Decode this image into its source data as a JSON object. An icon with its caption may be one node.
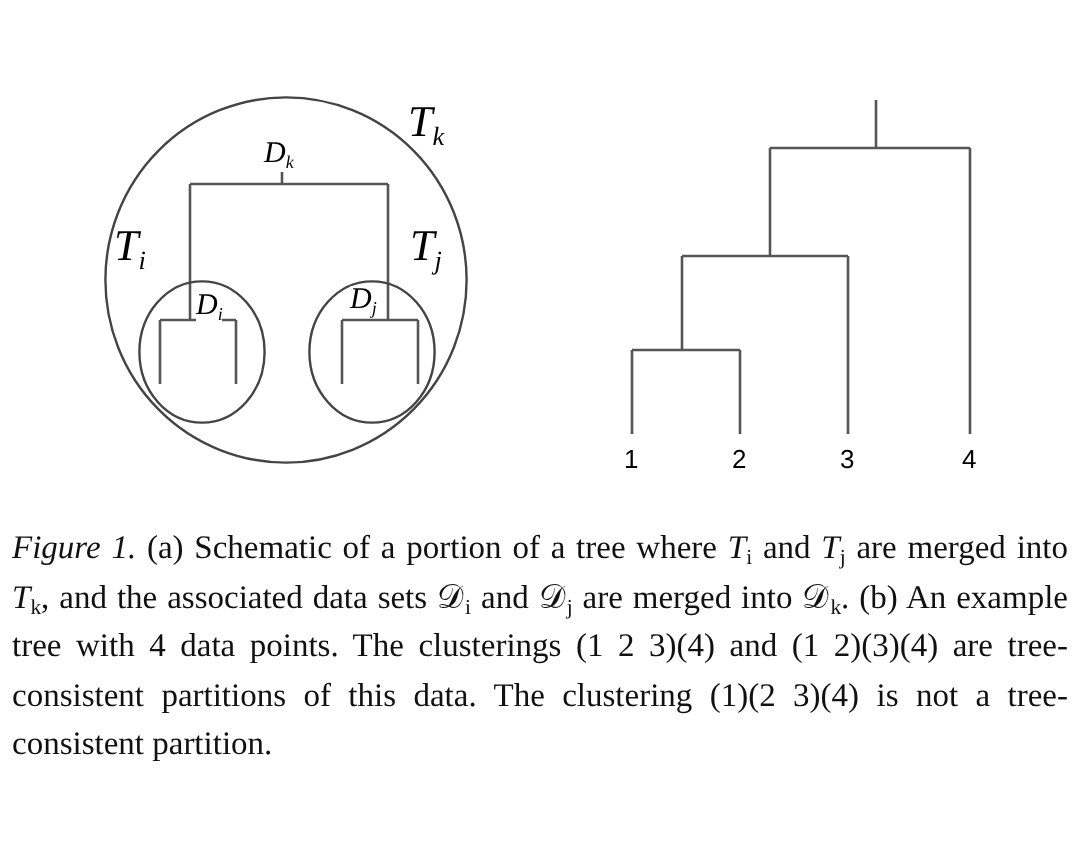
{
  "diagram": {
    "caption": "*Figure 1.* (a) Schematic of a portion of a tree where *T*$_{i}$ and *T*$_{j}$ are merged into *T*$_{k}$, and the associated data sets 𝒟$_{i}$ and 𝒟$_{j}$ are merged into 𝒟$_{k}$. (b) An example tree with 4 data points. The clusterings (1 2 3)(4) and (1 2)(3)(4) are tree-consistent partitions of this data. The clustering (1)(2 3)(4) is not a tree-consistent partition.",
    "nodes": [
      {
        "text": [
          "T$_{k}$",
          "D$_{k}$"
        ]
      },
      {
        "text": [
          "T$_{i}$",
          "D$_{i}$"
        ],
        "in": 0
      },
      {
        "text": [
          "T$_{j}$",
          "D$_{j}$"
        ],
        "in": 0
      }
    ],
    "labels": [
      "1",
      "2",
      "3",
      "4"
    ]
  }
}
